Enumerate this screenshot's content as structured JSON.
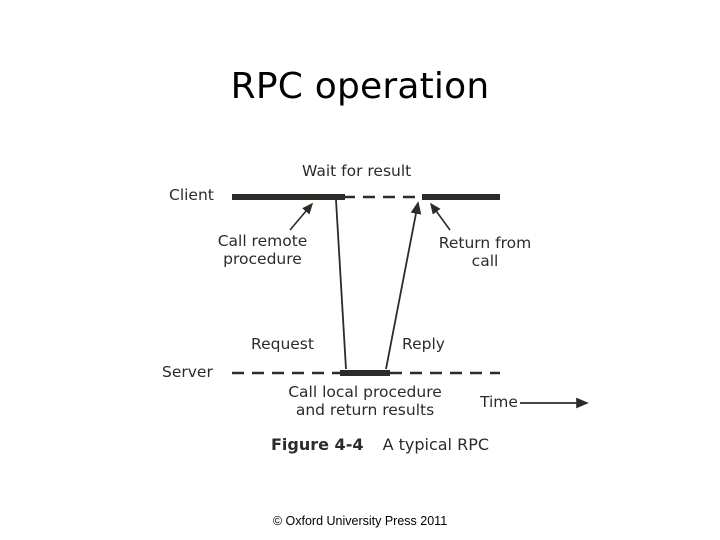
{
  "slide": {
    "title": "RPC operation",
    "copyright": "© Oxford University Press 2011"
  },
  "figure": {
    "caption_number": "Figure 4-4",
    "caption_text": "A typical RPC",
    "labels": {
      "wait_for_result": "Wait for result",
      "client": "Client",
      "call_remote": "Call remote",
      "procedure": "procedure",
      "return_from": "Return from",
      "call": "call",
      "request": "Request",
      "reply": "Reply",
      "server": "Server",
      "call_local_procedure": "Call local procedure",
      "and_return_results": "and return results",
      "time": "Time"
    },
    "colors": {
      "line": "#2b2b28",
      "text": "#2b2b28",
      "background": "#ffffff"
    }
  }
}
